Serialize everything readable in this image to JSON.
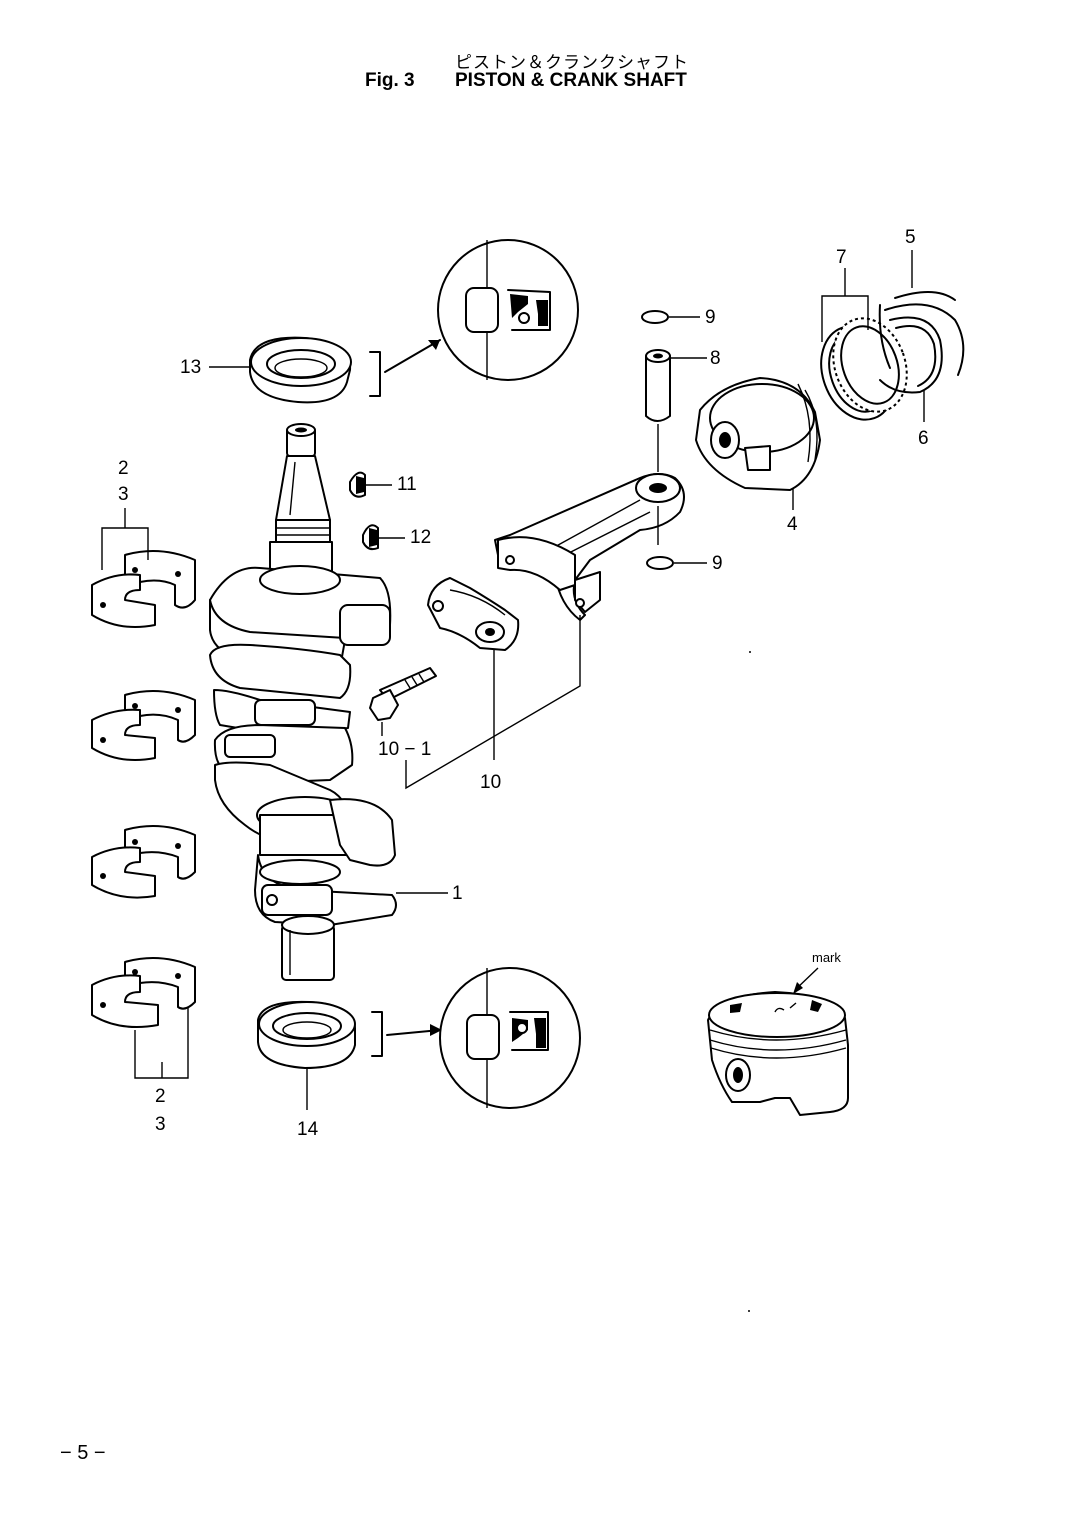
{
  "header": {
    "title_jp": "ピストン＆クランクシャフト",
    "fig_label": "Fig. 3",
    "title_en": "PISTON & CRANK SHAFT"
  },
  "callouts": {
    "c1": "1",
    "c2_top": "2",
    "c3_top": "3",
    "c2_bottom": "2",
    "c3_bottom": "3",
    "c4": "4",
    "c5": "5",
    "c6": "6",
    "c7": "7",
    "c8": "8",
    "c9_top": "9",
    "c9_bottom": "9",
    "c10": "10",
    "c10_1": "10 − 1",
    "c11": "11",
    "c12": "12",
    "c13": "13",
    "c14": "14",
    "mark": "mark"
  },
  "footer": {
    "page_number": "− 5 −"
  }
}
